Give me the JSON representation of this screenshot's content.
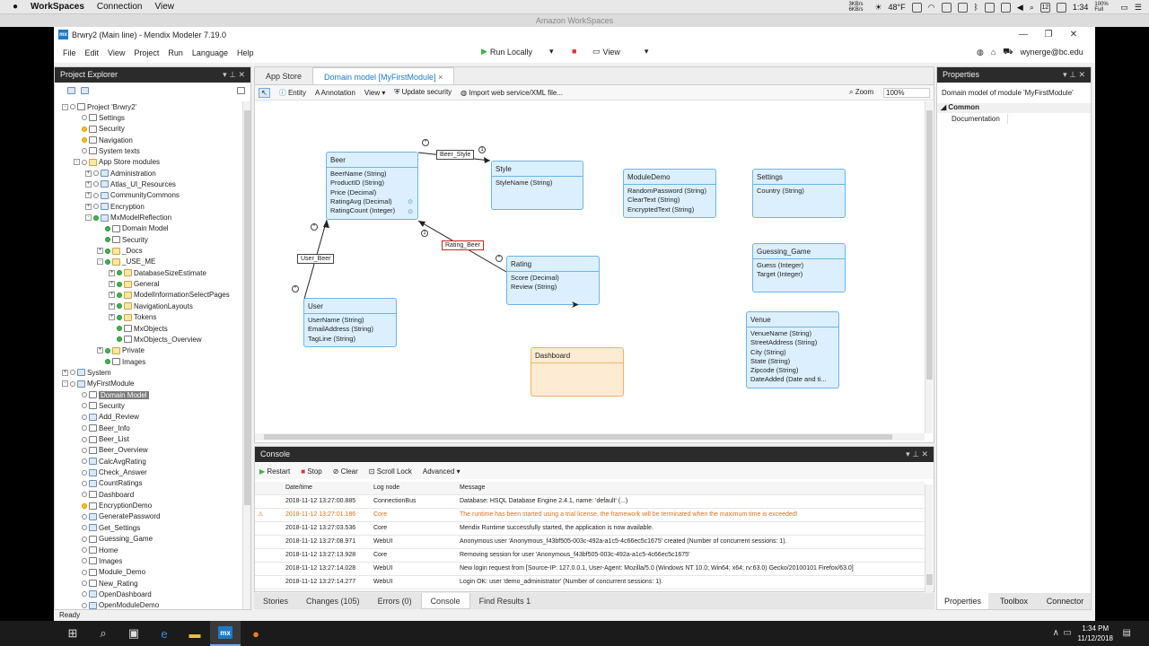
{
  "mac": {
    "apple": "",
    "app": "WorkSpaces",
    "menus": [
      "Connection",
      "View"
    ],
    "net": "3KB/s 6KB/s",
    "temp": "48°F",
    "date": "12",
    "time": "1:34",
    "battery": "100% Full"
  },
  "workspace_title": "Amazon WorkSpaces",
  "window": {
    "title": "Brwry2 (Main line) - Mendix Modeler 7.19.0",
    "logo": "mx",
    "minimize": "—",
    "restore": "❐",
    "close": "✕"
  },
  "menubar": {
    "items": [
      "File",
      "Edit",
      "View",
      "Project",
      "Run",
      "Language",
      "Help"
    ],
    "run_label": "Run Locally",
    "view_label": "View",
    "user": "wynerge@bc.edu"
  },
  "project_explorer": {
    "title": "Project Explorer",
    "pin": "▾ ⊥ ✕",
    "nodes": [
      {
        "label": "Project 'Brwry2'",
        "lvl": 0,
        "exp": "-",
        "ic": "p"
      },
      {
        "label": "Settings",
        "lvl": 1,
        "ic": "p"
      },
      {
        "label": "Security",
        "lvl": 1,
        "ic": "p",
        "dot": "y"
      },
      {
        "label": "Navigation",
        "lvl": 1,
        "ic": "p",
        "dot": "y"
      },
      {
        "label": "System texts",
        "lvl": 1,
        "ic": "p"
      },
      {
        "label": "App Store modules",
        "lvl": 1,
        "exp": "-",
        "ic": "f"
      },
      {
        "label": "Administration",
        "lvl": 2,
        "exp": "+",
        "ic": "b"
      },
      {
        "label": "Atlas_UI_Resources",
        "lvl": 2,
        "exp": "+",
        "ic": "b"
      },
      {
        "label": "CommunityCommons",
        "lvl": 2,
        "exp": "+",
        "ic": "b"
      },
      {
        "label": "Encryption",
        "lvl": 2,
        "exp": "+",
        "ic": "b"
      },
      {
        "label": "MxModelReflection",
        "lvl": 2,
        "exp": "-",
        "ic": "b",
        "dot": "g"
      },
      {
        "label": "Domain Model",
        "lvl": 3,
        "ic": "p",
        "dot": "g"
      },
      {
        "label": "Security",
        "lvl": 3,
        "ic": "p",
        "dot": "g"
      },
      {
        "label": "_Docs",
        "lvl": 3,
        "exp": "+",
        "ic": "f",
        "dot": "g"
      },
      {
        "label": "_USE_ME",
        "lvl": 3,
        "exp": "-",
        "ic": "f",
        "dot": "g"
      },
      {
        "label": "DatabaseSizeEstimate",
        "lvl": 4,
        "exp": "+",
        "ic": "f",
        "dot": "g"
      },
      {
        "label": "General",
        "lvl": 4,
        "exp": "+",
        "ic": "f",
        "dot": "g"
      },
      {
        "label": "ModelInformationSelectPages",
        "lvl": 4,
        "exp": "+",
        "ic": "f",
        "dot": "g"
      },
      {
        "label": "NavigationLayouts",
        "lvl": 4,
        "exp": "+",
        "ic": "f",
        "dot": "g"
      },
      {
        "label": "Tokens",
        "lvl": 4,
        "exp": "+",
        "ic": "f",
        "dot": "g"
      },
      {
        "label": "MxObjects",
        "lvl": 4,
        "ic": "p",
        "dot": "g"
      },
      {
        "label": "MxObjects_Overview",
        "lvl": 4,
        "ic": "p",
        "dot": "g"
      },
      {
        "label": "Private",
        "lvl": 3,
        "exp": "+",
        "ic": "f",
        "dot": "g"
      },
      {
        "label": "Images",
        "lvl": 3,
        "ic": "p",
        "dot": "g"
      },
      {
        "label": "System",
        "lvl": 0,
        "exp": "+",
        "ic": "b"
      },
      {
        "label": "MyFirstModule",
        "lvl": 0,
        "exp": "-",
        "ic": "b"
      },
      {
        "label": "Domain Model",
        "lvl": 1,
        "ic": "p",
        "sel": true
      },
      {
        "label": "Security",
        "lvl": 1,
        "ic": "p"
      },
      {
        "label": "Add_Review",
        "lvl": 1,
        "ic": "b"
      },
      {
        "label": "Beer_Info",
        "lvl": 1,
        "ic": "p"
      },
      {
        "label": "Beer_List",
        "lvl": 1,
        "ic": "p"
      },
      {
        "label": "Beer_Overview",
        "lvl": 1,
        "ic": "p"
      },
      {
        "label": "CalcAvgRating",
        "lvl": 1,
        "ic": "b"
      },
      {
        "label": "Check_Answer",
        "lvl": 1,
        "ic": "b"
      },
      {
        "label": "CountRatings",
        "lvl": 1,
        "ic": "b"
      },
      {
        "label": "Dashboard",
        "lvl": 1,
        "ic": "p"
      },
      {
        "label": "EncryptionDemo",
        "lvl": 1,
        "ic": "p",
        "dot": "y"
      },
      {
        "label": "GeneratePassword",
        "lvl": 1,
        "ic": "b"
      },
      {
        "label": "Get_Settings",
        "lvl": 1,
        "ic": "b"
      },
      {
        "label": "Guessing_Game",
        "lvl": 1,
        "ic": "p"
      },
      {
        "label": "Home",
        "lvl": 1,
        "ic": "p"
      },
      {
        "label": "Images",
        "lvl": 1,
        "ic": "p"
      },
      {
        "label": "Module_Demo",
        "lvl": 1,
        "ic": "p"
      },
      {
        "label": "New_Rating",
        "lvl": 1,
        "ic": "p"
      },
      {
        "label": "OpenDashboard",
        "lvl": 1,
        "ic": "b"
      },
      {
        "label": "OpenModuleDemo",
        "lvl": 1,
        "ic": "b"
      }
    ]
  },
  "document": {
    "tabs": [
      "App Store",
      "Domain model [MyFirstModule]"
    ],
    "tab_close": "×",
    "toolbar": {
      "entity": "Entity",
      "annotation": "Annotation",
      "view": "View ▾",
      "update_security": "Update security",
      "import": "Import web service/XML file...",
      "zoom": "Zoom",
      "zoom_value": "100%"
    }
  },
  "entities": [
    {
      "name": "Beer",
      "attrs": [
        "BeerName (String)",
        "ProductID (String)",
        "Price (Decimal)",
        "RatingAvg (Decimal)",
        "RatingCount (Integer)"
      ]
    },
    {
      "name": "Style",
      "attrs": [
        "StyleName (String)"
      ]
    },
    {
      "name": "ModuleDemo",
      "attrs": [
        "RandomPassword (String)",
        "ClearText (String)",
        "EncryptedText (String)"
      ]
    },
    {
      "name": "Settings",
      "attrs": [
        "Country (String)"
      ]
    },
    {
      "name": "Rating",
      "attrs": [
        "Score (Decimal)",
        "Review (String)"
      ]
    },
    {
      "name": "Guessing_Game",
      "attrs": [
        "Guess (Integer)",
        "Target (Integer)"
      ]
    },
    {
      "name": "User",
      "attrs": [
        "UserName (String)",
        "EmailAddress (String)",
        "TagLine (String)"
      ]
    },
    {
      "name": "Venue",
      "attrs": [
        "VenueName (String)",
        "StreetAddress (String)",
        "City (String)",
        "State (String)",
        "Zipcode (String)",
        "DateAdded (Date and ti..."
      ]
    },
    {
      "name": "Dashboard",
      "attrs": []
    }
  ],
  "associations": {
    "beer_style": "Beer_Style",
    "rating_beer": "Rating_Beer",
    "user_beer": "User_Beer",
    "one": "1",
    "many": "*"
  },
  "console": {
    "title": "Console",
    "restart": "Restart",
    "stop": "Stop",
    "clear": "Clear",
    "scroll_lock": "Scroll Lock",
    "advanced": "Advanced ▾",
    "headers": [
      "Date/time",
      "Log node",
      "Message"
    ],
    "rows": [
      {
        "t": "2018-11-12 13:27:00.885",
        "n": "ConnectionBus",
        "m": "Database: HSQL Database Engine 2.4.1, name: 'default' (...)"
      },
      {
        "t": "2018-11-12 13:27:01.186",
        "n": "Core",
        "m": "The runtime has been started using a trial license, the framework will be terminated when the maximum time is exceeded!",
        "warn": true
      },
      {
        "t": "2018-11-12 13:27:03.536",
        "n": "Core",
        "m": "Mendix Runtime successfully started, the application is now available."
      },
      {
        "t": "2018-11-12 13:27:08.971",
        "n": "WebUI",
        "m": "Anonymous user 'Anonymous_f43bf505-003c-492a-a1c5-4c66ec5c1675' created (Number of concurrent sessions: 1)."
      },
      {
        "t": "2018-11-12 13:27:13.928",
        "n": "Core",
        "m": "Removing session for user 'Anonymous_f43bf505-003c-492a-a1c5-4c66ec5c1675'"
      },
      {
        "t": "2018-11-12 13:27:14.028",
        "n": "WebUI",
        "m": "New login request from [Source-IP: 127.0.0.1, User-Agent: Mozilla/5.0 (Windows NT 10.0; Win64; x64; rv:63.0) Gecko/20100101 Firefox/63.0]"
      },
      {
        "t": "2018-11-12 13:27:14.277",
        "n": "WebUI",
        "m": "Login OK: user 'demo_administrator' (Number of concurrent sessions: 1)."
      }
    ]
  },
  "bottom_tabs": [
    "Stories",
    "Changes (105)",
    "Errors (0)",
    "Console",
    "Find Results 1"
  ],
  "properties": {
    "title": "Properties",
    "subtitle": "Domain model of module 'MyFirstModule'",
    "section": "Common",
    "item": "Documentation",
    "tabs": [
      "Properties",
      "Toolbox",
      "Connector"
    ]
  },
  "status": "Ready",
  "taskbar": {
    "time": "1:34 PM",
    "date": "11/12/2018"
  }
}
